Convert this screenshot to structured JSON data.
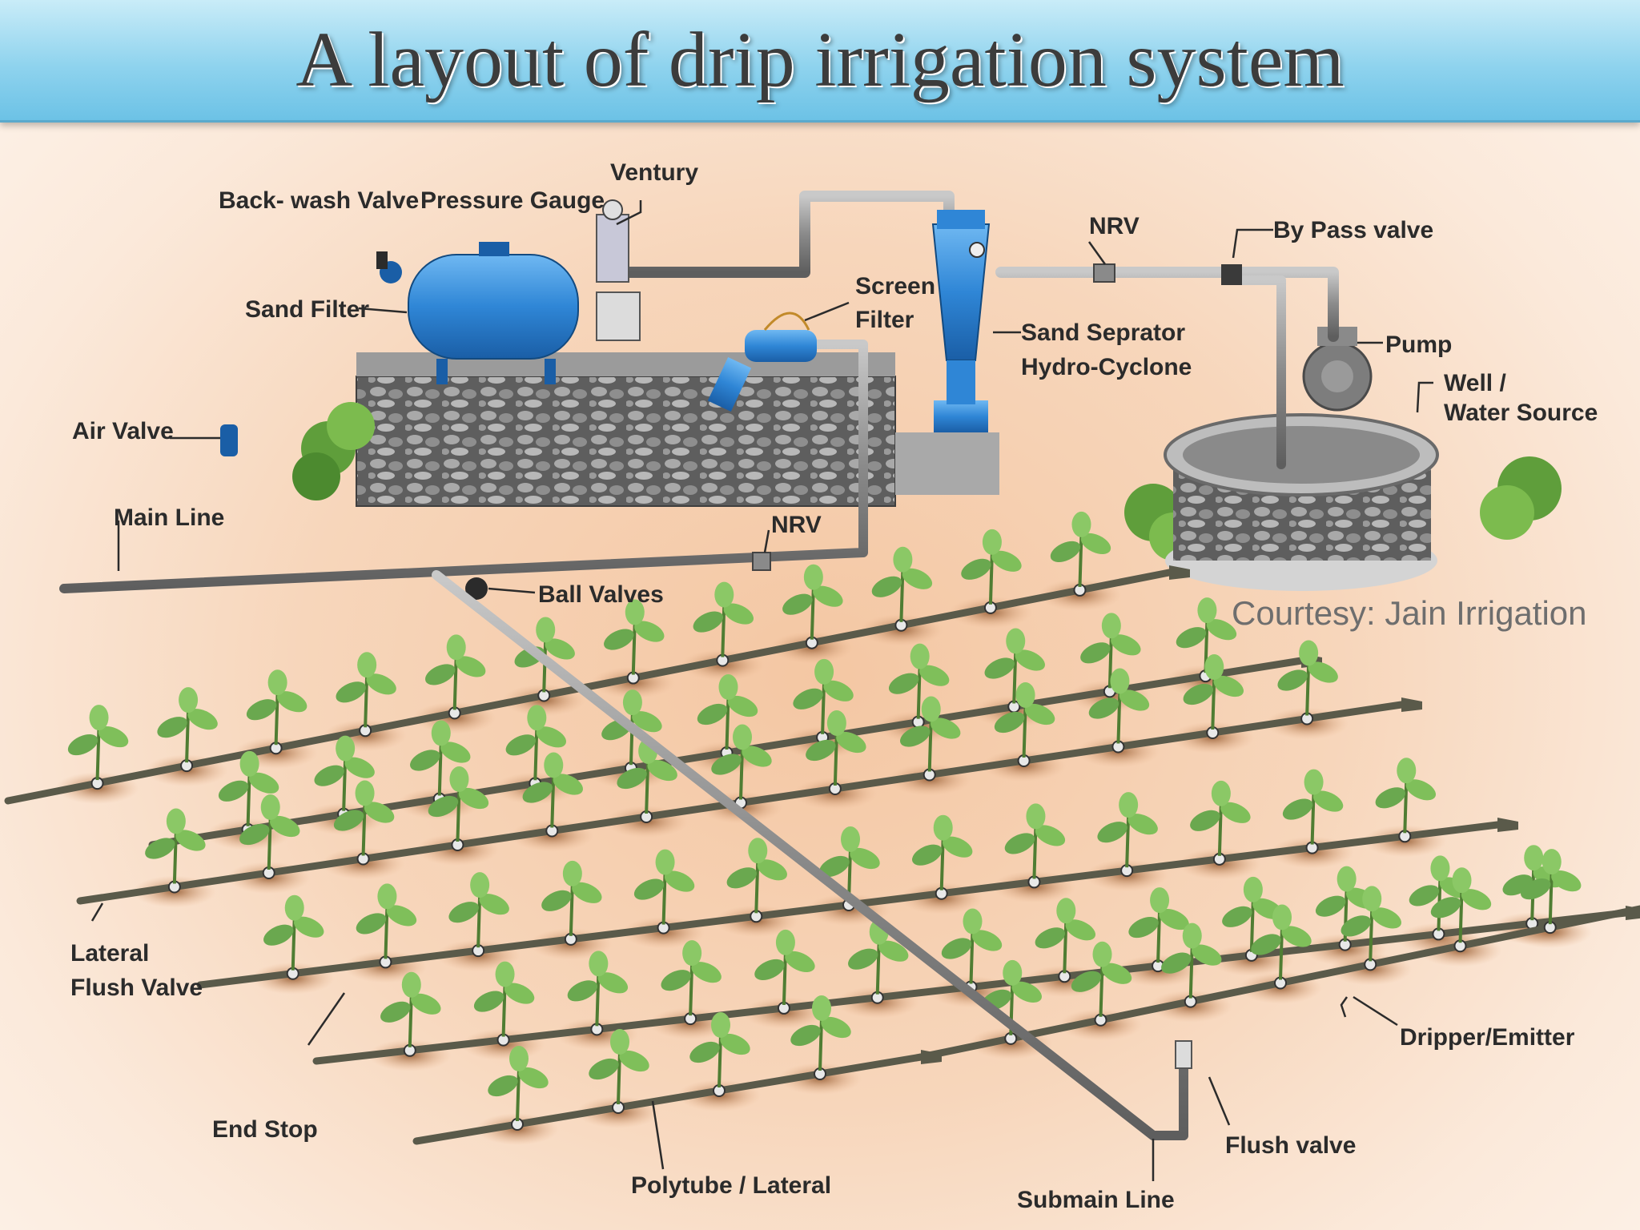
{
  "title": "A layout of drip irrigation system",
  "labels": {
    "back_wash_valve": "Back- wash Valve",
    "pressure_gauge": "Pressure Gauge",
    "venturi": "Ventury",
    "sand_filter": "Sand Filter",
    "screen_filter_1": "Screen",
    "screen_filter_2": "Filter",
    "sand_separator_1": "Sand Seprator",
    "sand_separator_2": "Hydro-Cyclone",
    "nrv_top": "NRV",
    "bypass_valve": "By Pass valve",
    "pump": "Pump",
    "well_1": "Well /",
    "well_2": "Water Source",
    "air_valve": "Air Valve",
    "main_line": "Main Line",
    "nrv_main": "NRV",
    "ball_valves": "Ball Valves",
    "courtesy": "Courtesy: Jain Irrigation",
    "lateral_flush_1": "Lateral",
    "lateral_flush_2": "Flush Valve",
    "dripper": "Dripper/Emitter",
    "end_stop": "End Stop",
    "polytube": "Polytube / Lateral",
    "flush_valve": "Flush valve",
    "submain": "Submain Line"
  },
  "colors": {
    "equipment_blue": "#2f86d6",
    "pipe_grey": "#8a8a8a",
    "lateral_dark": "#5a5a4a",
    "plant_green": "#6aa84f",
    "soil_brown": "#b9835a",
    "stone_grey": "#6f6f6f"
  }
}
